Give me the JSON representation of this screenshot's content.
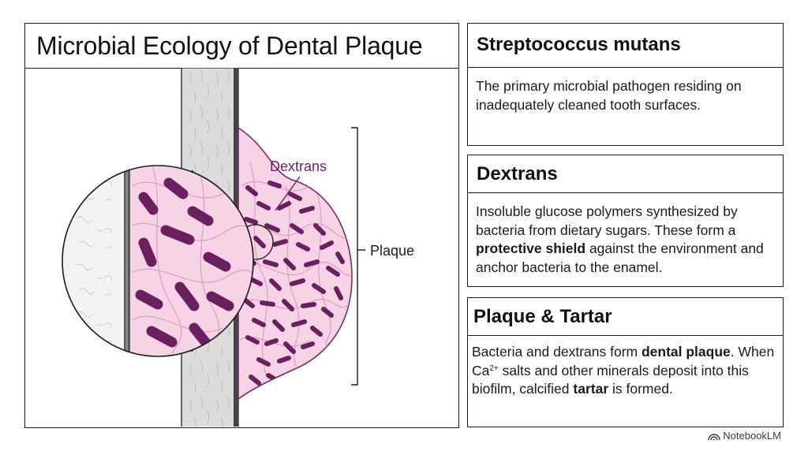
{
  "diagram": {
    "title": "Microbial Ecology of Dental Plaque",
    "labels": {
      "dextrans": "Dextrans",
      "plaque": "Plaque"
    }
  },
  "cards": [
    {
      "title": "Streptococcus mutans",
      "segments": [
        {
          "text": "The primary microbial pathogen residing on inadequately cleaned tooth surfaces.",
          "bold": false
        }
      ]
    },
    {
      "title": "Dextrans",
      "segments": [
        {
          "text": "Insoluble glucose polymers synthesized by bacteria from dietary sugars. These form a ",
          "bold": false
        },
        {
          "text": "protective shield",
          "bold": true
        },
        {
          "text": " against the environment and anchor bacteria to the enamel.",
          "bold": false
        }
      ]
    },
    {
      "title": "Plaque & Tartar",
      "segments": [
        {
          "text": "Bacteria and dextrans form ",
          "bold": false
        },
        {
          "text": "dental plaque",
          "bold": true
        },
        {
          "text": ". When Ca",
          "bold": false
        },
        {
          "text": "2+",
          "bold": false,
          "sup": true
        },
        {
          "text": " salts and other minerals deposit into this biofilm, calcified ",
          "bold": false
        },
        {
          "text": "tartar",
          "bold": true
        },
        {
          "text": " is formed.",
          "bold": false
        }
      ]
    }
  ],
  "footer": {
    "brand": "NotebookLM",
    "icon": "notebooklm-logo-icon"
  },
  "colors": {
    "outline": "#1a1a1a",
    "plaque_fill": "#f7d3e6",
    "plaque_stroke": "#7a2a6e",
    "bacteria": "#6a1f5e",
    "dextran_strands": "#d59bc4",
    "dextrans_label": "#6a1f5e",
    "tooth_gray": "#d9d9d9",
    "enamel_dark": "#555555"
  }
}
